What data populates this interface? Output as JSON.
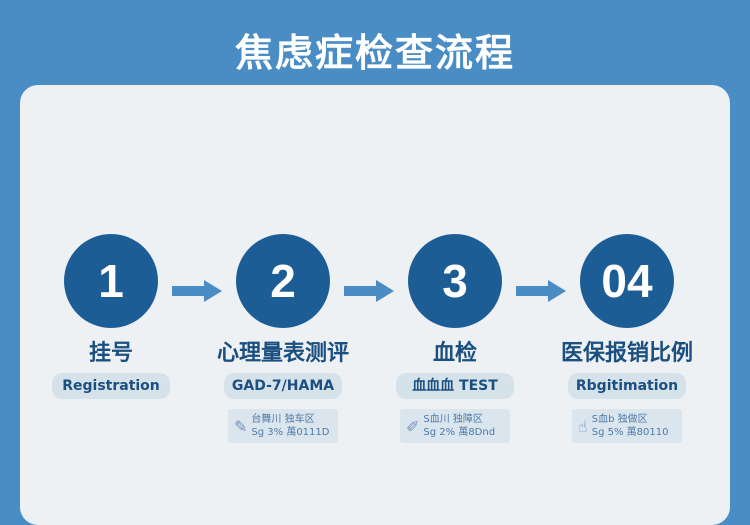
{
  "title": "焦虑症检查流程",
  "steps": [
    {
      "number": "1",
      "label": "挂号",
      "tag": "Registration",
      "note": null
    },
    {
      "number": "2",
      "label": "心理量表测评",
      "tag": "GAD-7/HAMA",
      "note": {
        "icon": "pen-icon",
        "line1": "台舞川 独车区",
        "line2": "Sg 3% 萬0111D"
      }
    },
    {
      "number": "3",
      "label": "血检",
      "tag": "血血血 TEST",
      "note": {
        "icon": "syringe-icon",
        "line1": "S血川 独障区",
        "line2": "Sg 2% 萬8Dnd"
      }
    },
    {
      "number": "04",
      "label": "医保报销比例",
      "tag": "Rbgitimation",
      "note": {
        "icon": "hand-icon",
        "line1": "S血b 独做区",
        "line2": "Sg 5% 萬80110"
      }
    }
  ],
  "colors": {
    "background": "#4a8dc5",
    "circle": "#1d5d96",
    "arrow": "#4a8dc5",
    "panel": "#eef1f4"
  }
}
